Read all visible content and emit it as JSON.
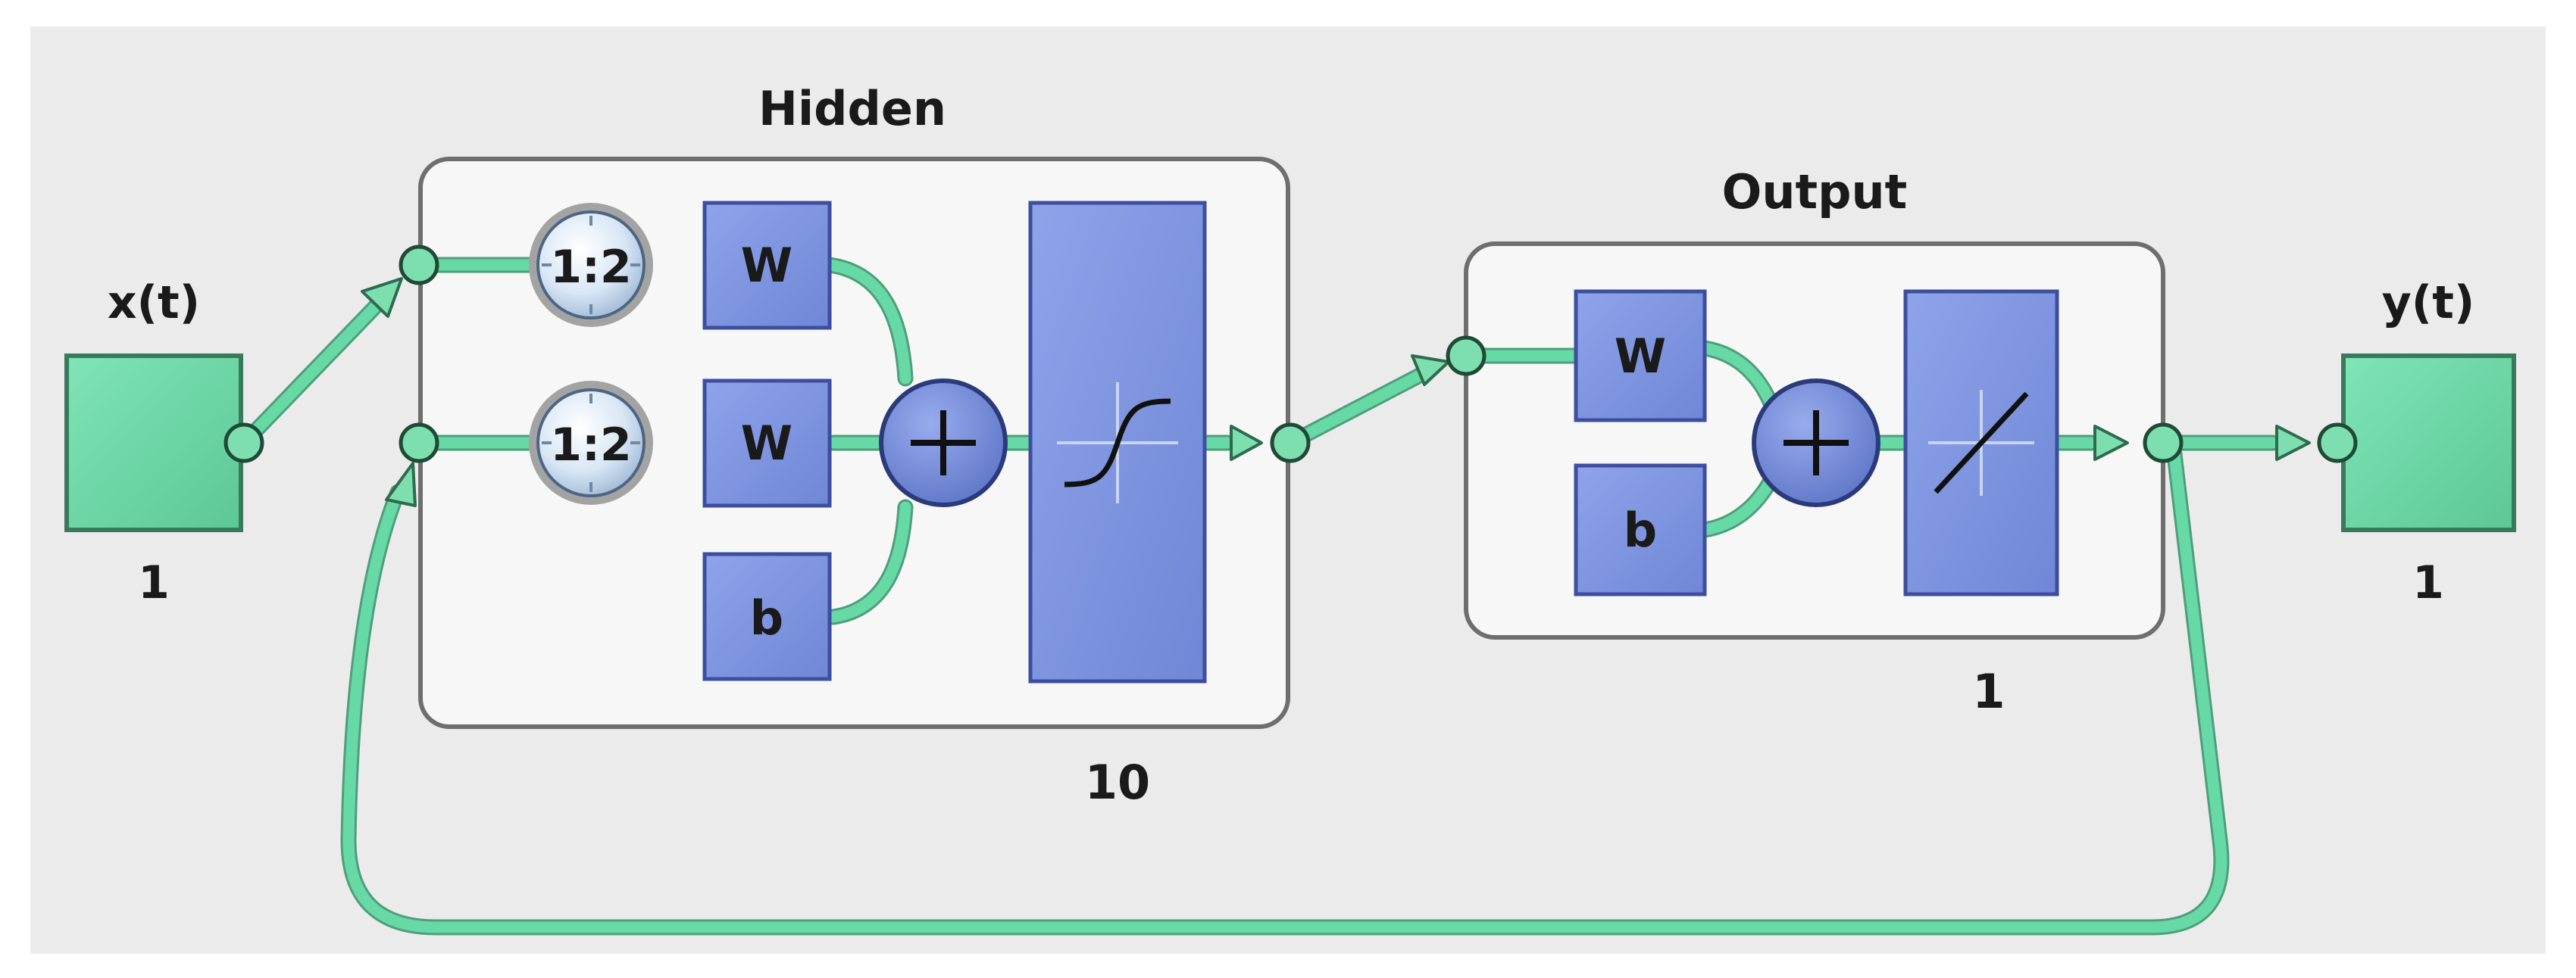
{
  "input": {
    "label": "x(t)",
    "size": "1"
  },
  "output": {
    "label": "y(t)",
    "size": "1"
  },
  "hidden_layer": {
    "title": "Hidden",
    "size": "10",
    "delay_label": "1:2",
    "weight_label": "W",
    "bias_label": "b",
    "sum_symbol": "+",
    "transfer": "tansig"
  },
  "output_layer": {
    "title": "Output",
    "size": "1",
    "weight_label": "W",
    "bias_label": "b",
    "sum_symbol": "+",
    "transfer": "purelin"
  },
  "colors": {
    "background": "#ebebeb",
    "wire": "#66d9a6",
    "block": "#7b93e0",
    "io_box": "#66d9a6",
    "layer_border": "#6e6e6e"
  }
}
